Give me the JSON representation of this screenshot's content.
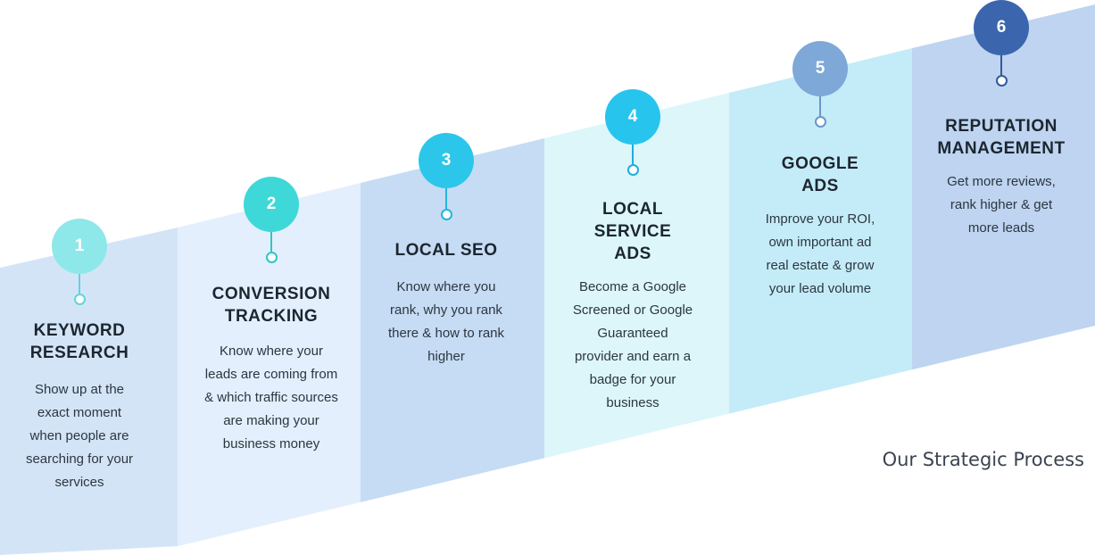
{
  "steps": [
    {
      "number": "1",
      "title_lines": [
        "KEYWORD",
        "RESEARCH"
      ],
      "desc_lines": [
        "Show up at the",
        "exact moment",
        "when people are",
        "searching for your",
        "services"
      ],
      "badge_color": "#8ee8ea",
      "ring_color": "#5ed6da",
      "band_color": "#d4e4f7"
    },
    {
      "number": "2",
      "title_lines": [
        "CONVERSION",
        "TRACKING"
      ],
      "desc_lines": [
        "Know where your",
        "leads are coming from",
        "& which traffic sources",
        "are making your",
        "business money"
      ],
      "badge_color": "#3ed8d8",
      "ring_color": "#2ec6c8",
      "band_color": "#e3effc"
    },
    {
      "number": "3",
      "title_lines": [
        "LOCAL SEO"
      ],
      "desc_lines": [
        "Know where you",
        "rank, why you rank",
        "there & how to rank",
        "higher"
      ],
      "badge_color": "#2cc6ea",
      "ring_color": "#24b4dc",
      "band_color": "#c6dcf4"
    },
    {
      "number": "4",
      "title_lines": [
        "LOCAL",
        "SERVICE",
        "ADS"
      ],
      "desc_lines": [
        "Become a Google",
        "Screened or Google",
        "Guaranteed",
        "provider and earn a",
        "badge for your",
        "business"
      ],
      "badge_color": "#27c4ee",
      "ring_color": "#1eaedc",
      "band_color": "#dcf6fa"
    },
    {
      "number": "5",
      "title_lines": [
        "GOOGLE",
        "ADS"
      ],
      "desc_lines": [
        "Improve your ROI,",
        "own important ad",
        "real estate & grow",
        "your lead volume"
      ],
      "badge_color": "#7ea8d8",
      "ring_color": "#6c96c8",
      "band_color": "#c4ecf8"
    },
    {
      "number": "6",
      "title_lines": [
        "REPUTATION",
        "MANAGEMENT"
      ],
      "desc_lines": [
        "Get more reviews,",
        "rank higher & get",
        "more leads"
      ],
      "badge_color": "#3b66ae",
      "ring_color": "#335a9c",
      "band_color": "#bed4f0"
    }
  ],
  "caption": "Our Strategic Process"
}
